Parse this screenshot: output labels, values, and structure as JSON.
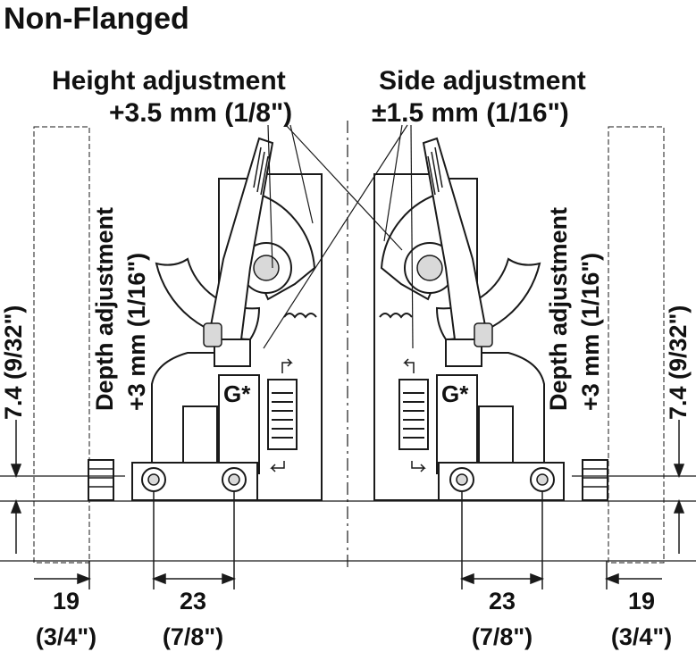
{
  "title": "Non-Flanged",
  "height_adjustment": {
    "label": "Height adjustment",
    "value": "+3.5 mm (1/8\")"
  },
  "side_adjustment": {
    "label": "Side adjustment",
    "value": "±1.5 mm (1/16\")"
  },
  "depth_adjustment": {
    "label": "Depth adjustment",
    "value": "+3 mm (1/16\")"
  },
  "vertical_dimension": "7.4 (9/32\")",
  "bottom_dimensions": {
    "left_outer": {
      "mm": "19",
      "inch": "(3/4\")"
    },
    "left_inner": {
      "mm": "23",
      "inch": "(7/8\")"
    },
    "right_inner": {
      "mm": "23",
      "inch": "(7/8\")"
    },
    "right_outer": {
      "mm": "19",
      "inch": "(3/4\")"
    }
  },
  "logo_mark": "G*",
  "colors": {
    "line": "#1a1a1a",
    "fill": "#ffffff",
    "shade": "#d9d9d9"
  }
}
